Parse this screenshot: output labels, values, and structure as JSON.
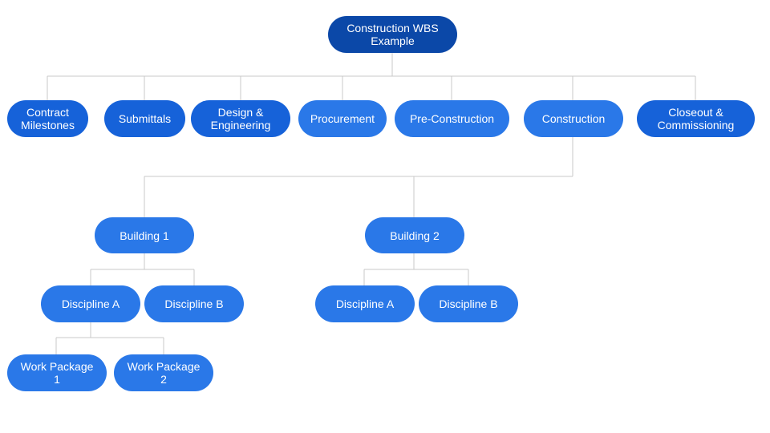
{
  "colors": {
    "root": "#0b48a8",
    "level1_dark": "#1662d9",
    "level1_light": "#2a78e8",
    "connector": "#c8c8c8",
    "text": "#ffffff"
  },
  "root": {
    "label": "Construction WBS\nExample"
  },
  "level1": [
    {
      "label": "Contract\nMilestones"
    },
    {
      "label": "Submittals"
    },
    {
      "label": "Design &\nEngineering"
    },
    {
      "label": "Procurement"
    },
    {
      "label": "Pre-Construction"
    },
    {
      "label": "Construction"
    },
    {
      "label": "Closeout &\nCommissioning"
    }
  ],
  "buildings": [
    {
      "label": "Building 1",
      "disciplines": [
        {
          "label": "Discipline A",
          "work_packages": [
            {
              "label": "Work Package\n1"
            },
            {
              "label": "Work Package\n2"
            }
          ]
        },
        {
          "label": "Discipline B"
        }
      ]
    },
    {
      "label": "Building 2",
      "disciplines": [
        {
          "label": "Discipline A"
        },
        {
          "label": "Discipline B"
        }
      ]
    }
  ]
}
